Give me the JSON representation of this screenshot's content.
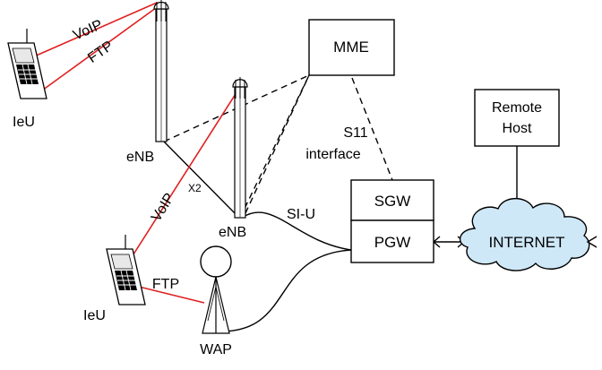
{
  "nodes": {
    "mme": "MME",
    "sgw": "SGW",
    "pgw": "PGW",
    "remote_host_line1": "Remote",
    "remote_host_line2": "Host",
    "internet": "INTERNET",
    "enb_left": "eNB",
    "enb_right": "eNB",
    "wap": "WAP",
    "ieu_top": "IeU",
    "ieu_bottom": "IeU"
  },
  "links": {
    "voip_top": "VoIP",
    "ftp_top": "FTP",
    "voip_bottom": "VoIP",
    "ftp_bottom": "FTP",
    "x2": "X2",
    "s1u": "SI-U",
    "s11_line1": "S11",
    "s11_line2": "interface"
  },
  "colors": {
    "radio_link": "#e02020",
    "cloud_fill": "#cfe8f7"
  }
}
